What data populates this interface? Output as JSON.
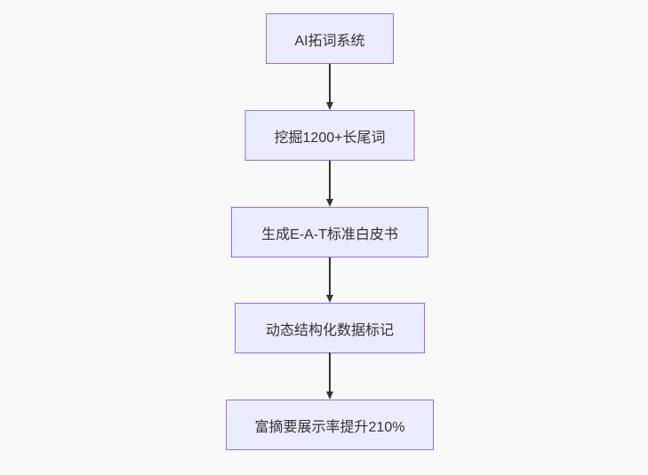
{
  "diagram": {
    "type": "flowchart-top-down",
    "colors": {
      "node_fill": "#ECECFF",
      "node_border": "#9370DB",
      "node_text": "#333333",
      "arrow": "#333333",
      "background": "#F9F9F9"
    },
    "nodes": [
      {
        "id": "A",
        "label": "AI拓词系统"
      },
      {
        "id": "B",
        "label": "挖掘1200+长尾词"
      },
      {
        "id": "C",
        "label": "生成E-A-T标准白皮书"
      },
      {
        "id": "D",
        "label": "动态结构化数据标记"
      },
      {
        "id": "E",
        "label": "富摘要展示率提升210%"
      }
    ],
    "edges": [
      {
        "from": "A",
        "to": "B"
      },
      {
        "from": "B",
        "to": "C"
      },
      {
        "from": "C",
        "to": "D"
      },
      {
        "from": "D",
        "to": "E"
      }
    ]
  }
}
